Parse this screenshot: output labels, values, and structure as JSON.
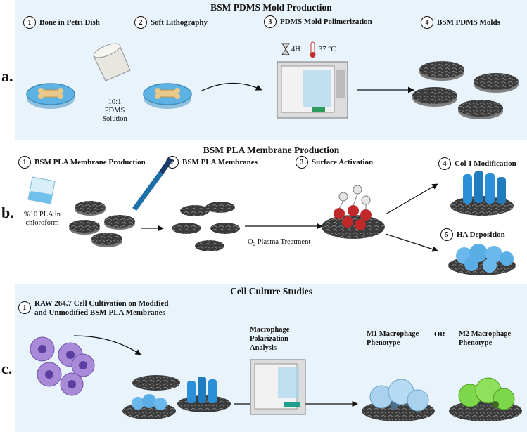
{
  "panel_a": {
    "letter": "a.",
    "title": "BSM PDMS Mold Production",
    "steps": [
      {
        "num": "1",
        "label": "Bone in Petri Dish"
      },
      {
        "num": "2",
        "label": "Soft Lithography"
      },
      {
        "num": "3",
        "label": "PDMS Mold Polimerization"
      },
      {
        "num": "4",
        "label": "BSM PDMS Molds"
      }
    ],
    "ratio": "10:1",
    "solution_line1": "PDMS",
    "solution_line2": "Solution",
    "time": "4H",
    "temperature": "37 °C"
  },
  "panel_b": {
    "letter": "b.",
    "title": "BSM PLA Membrane Production",
    "steps": [
      {
        "num": "1",
        "label": "BSM PLA Membrane Production"
      },
      {
        "num": "2",
        "label": "BSM PLA Membranes"
      },
      {
        "num": "3",
        "label": "Surface Activation"
      },
      {
        "num": "4",
        "label": "Col-I Modification"
      },
      {
        "num": "5",
        "label": "HA Deposition"
      }
    ],
    "pla_line1": "%10 PLA in",
    "pla_line2": "chloroform",
    "plasma_prefix": "O",
    "plasma_sub": "2",
    "plasma_suffix": " Plasma Treatment"
  },
  "panel_c": {
    "letter": "c.",
    "title": "Cell Culture Studies",
    "step_num": "1",
    "step_line1": "RAW 264.7 Cell Cultivation on Modified",
    "step_line2": "and Unmodified BSM PLA Membranes",
    "analysis_line1": "Macrophage",
    "analysis_line2": "Polarization",
    "analysis_line3": "Analysis",
    "m1_line1": "M1 Macrophage",
    "m1_line2": "Phenotype",
    "or": "OR",
    "m2_line1": "M2 Macrophage",
    "m2_line2": "Phenotype"
  },
  "colors": {
    "panel_bg": "#e9f3fb",
    "dish_blue": "#5fb3e4",
    "bone": "#e8c98a",
    "membrane": "#3a3a3a",
    "collagen": "#2a8fd6",
    "ha": "#6ab8ec",
    "plasma_red": "#c0282a",
    "macrophage": "#a98ad8",
    "m1": "#a8d2ee",
    "m2": "#7ed64a"
  }
}
